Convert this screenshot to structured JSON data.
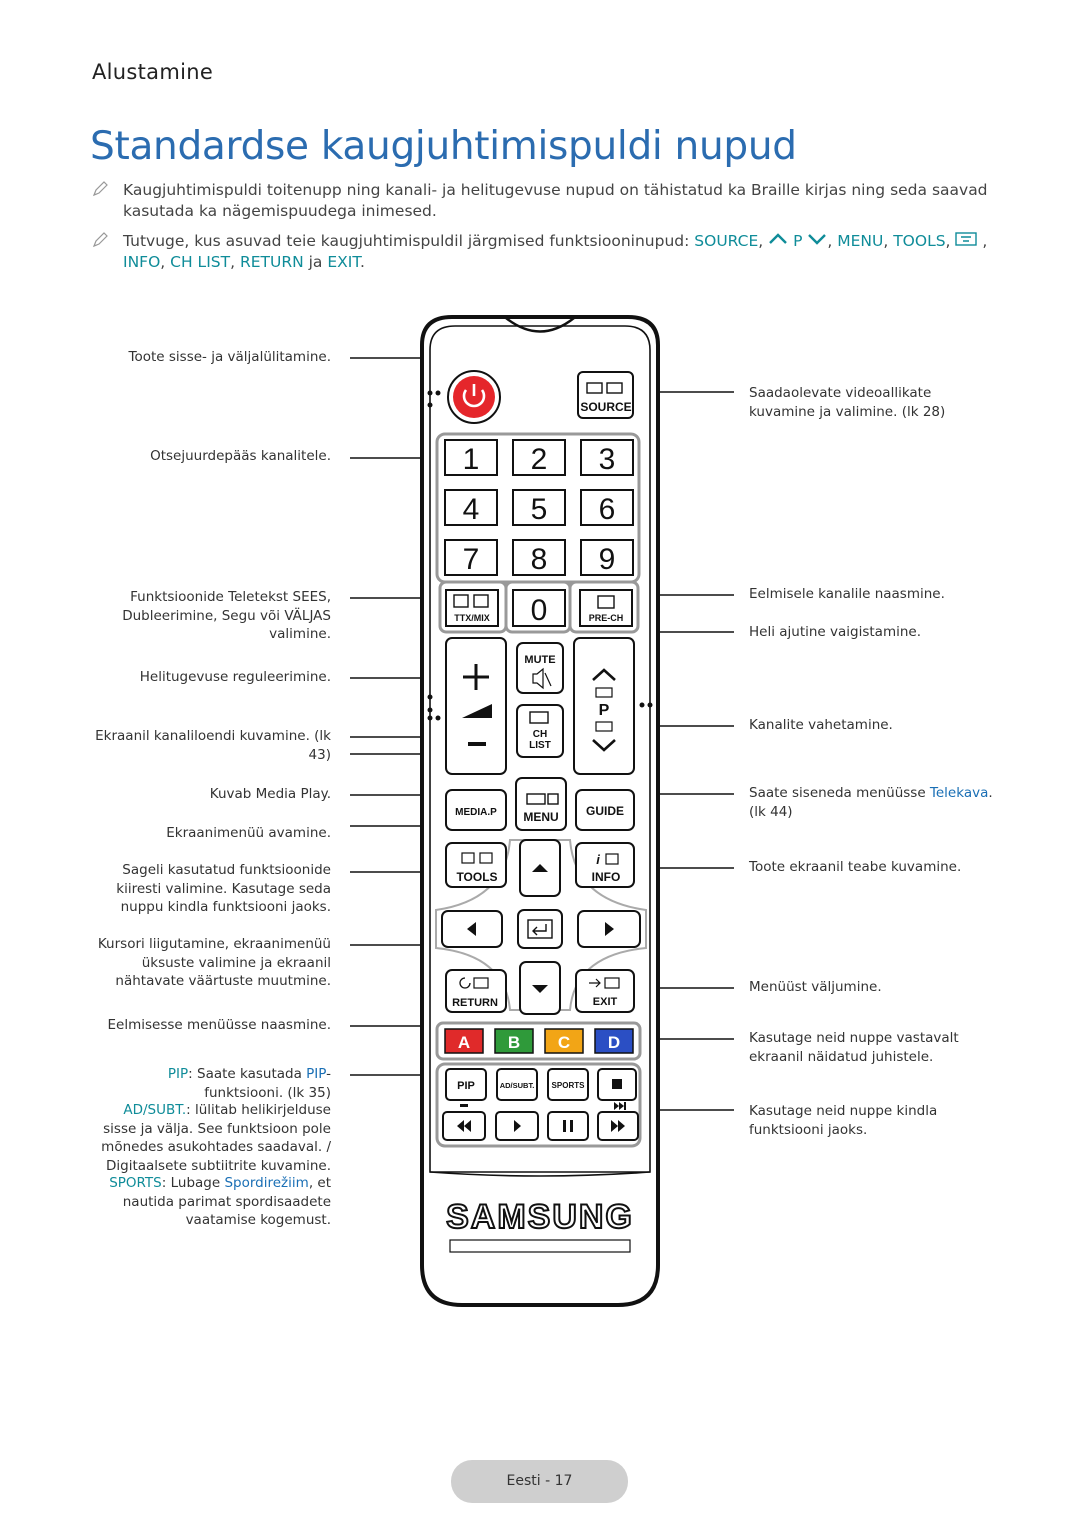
{
  "header": {
    "section": "Alustamine",
    "title": "Standardse kaugjuhtimispuldi nupud"
  },
  "notes": [
    {
      "text": "Kaugjuhtimispuldi toitenupp ning kanali- ja helitugevuse nupud on tähistatud ka Braille kirjas ning seda saavad kasutada ka nägemispuudega inimesed."
    },
    {
      "prefix": "Tutvuge, kus asuvad teie kaugjuhtimispuldil järgmised funktsiooninupud: ",
      "source": "SOURCE",
      "sep1": ", ",
      "p": "P",
      "sep2": ", ",
      "menu": "MENU",
      "sep3": ", ",
      "tools": "TOOLS",
      "sep4": ", ",
      "sep5": " ,",
      "info": "INFO",
      "sep6": ", ",
      "chlist": "CH LIST",
      "sep7": ", ",
      "ret": "RETURN",
      "ja": " ja ",
      "exit": "EXIT",
      "end": "."
    }
  ],
  "labels_left": {
    "power": "Toote sisse- ja väljalülitamine.",
    "direct": "Otsejuurdepääs kanalitele.",
    "ttx": "Funktsioonide Teletekst SEES, Dubleerimine, Segu või VÄLJAS valimine.",
    "volume": "Helitugevuse reguleerimine.",
    "chlist": "Ekraanil kanaliloendi kuvamine. (lk 43)",
    "mediap": "Kuvab Media Play.",
    "menu": "Ekraanimenüü avamine.",
    "tools": "Sageli kasutatud funktsioonide kiiresti valimine. Kasutage seda nuppu kindla funktsiooni jaoks.",
    "cursor": "Kursori liigutamine, ekraanimenüü üksuste valimine ja ekraanil nähtavate väärtuste muutmine.",
    "return": "Eelmisesse menüüsse naasmine.",
    "pip_kw": "PIP",
    "pip_a": ": Saate kasutada ",
    "pip_kw2": "PIP",
    "pip_b": "-funktsiooni. (lk 35)",
    "ad_kw": "AD/SUBT.",
    "ad_text": ": lülitab helikirjelduse sisse ja välja. See funktsioon pole mõnedes asukohtades saadaval. / Digitaalsete subtiitrite kuvamine.",
    "sports_kw": "SPORTS",
    "sports_a": ": Lubage ",
    "sports_kw2": "Spordirežiim",
    "sports_b": ", et nautida parimat spordisaadete vaatamise kogemust."
  },
  "labels_right": {
    "source": "Saadaolevate videoallikate kuvamine ja valimine. (lk 28)",
    "prech": "Eelmisele kanalile naasmine.",
    "mute": "Heli ajutine vaigistamine.",
    "channel": "Kanalite vahetamine.",
    "guide_a": "Saate siseneda menüüsse ",
    "guide_kw": "Telekava",
    "guide_b": ". (lk 44)",
    "info": "Toote ekraanil teabe kuvamine.",
    "exit": "Menüüst väljumine.",
    "color": "Kasutage neid nuppe vastavalt ekraanil näidatud juhistele.",
    "media": "Kasutage neid nuppe kindla funktsiooni jaoks."
  },
  "remote": {
    "source": "SOURCE",
    "digits": [
      "1",
      "2",
      "3",
      "4",
      "5",
      "6",
      "7",
      "8",
      "9",
      "0"
    ],
    "ttx": "TTX/MIX",
    "prech": "PRE-CH",
    "mute": "MUTE",
    "ch": "CH",
    "list": "LIST",
    "p": "P",
    "mediap": "MEDIA.P",
    "menu": "MENU",
    "guide": "GUIDE",
    "tools": "TOOLS",
    "info": "INFO",
    "return": "RETURN",
    "exit": "EXIT",
    "colors": [
      {
        "label": "A",
        "color": "#e02a2a"
      },
      {
        "label": "B",
        "color": "#2f9a3a"
      },
      {
        "label": "C",
        "color": "#f2a516"
      },
      {
        "label": "D",
        "color": "#2b4fc4"
      }
    ],
    "pip": "PIP",
    "adsubt": "AD/SUBT.",
    "sports": "SPORTS",
    "brand": "SAMSUNG",
    "power_color": "#e5262b"
  },
  "footer": {
    "page": "Eesti - 17"
  }
}
